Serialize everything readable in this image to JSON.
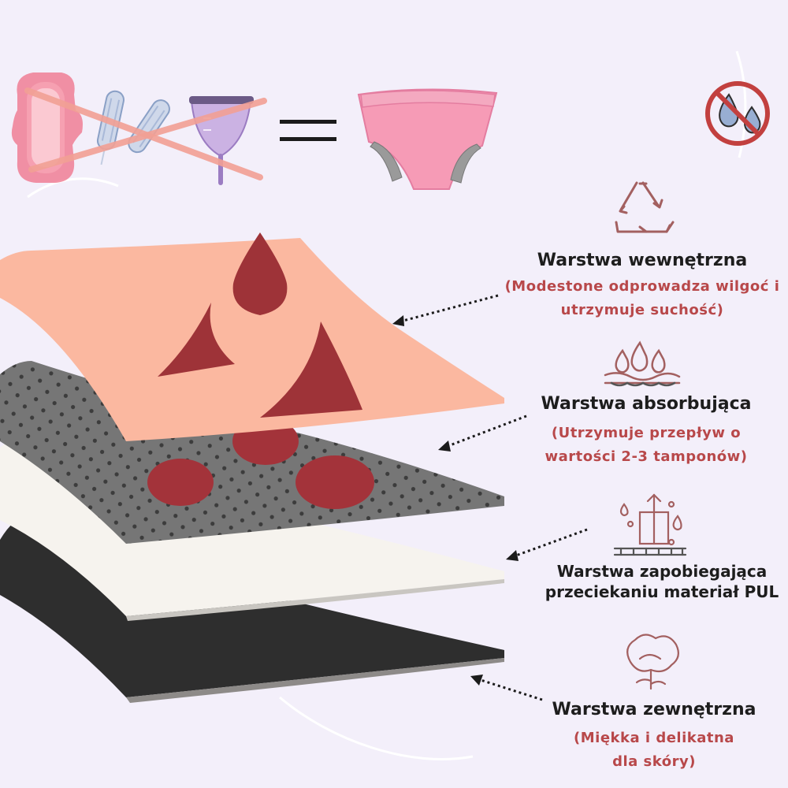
{
  "comparison": {
    "equals_sign": "="
  },
  "layers": [
    {
      "title": "Warstwa wewnętrzna",
      "description_lines": [
        "(Modestone odprowadza wilgoć i",
        "utrzymuje suchość)"
      ],
      "icon": "recycle-icon"
    },
    {
      "title": "Warstwa absorbująca",
      "description_lines": [
        "(Utrzymuje przepływ o",
        "wartości 2-3 tamponów)"
      ],
      "icon": "absorbent-drops-icon"
    },
    {
      "title_lines": [
        "Warstwa zapobiegająca",
        "przeciekaniu materiał PUL"
      ],
      "icon": "leak-proof-icon"
    },
    {
      "title": "Warstwa zewnętrzna",
      "description_lines": [
        "(Miękka i delikatna",
        "dla skóry)"
      ],
      "icon": "cotton-flower-icon"
    }
  ],
  "colors": {
    "background": "#f3effa",
    "accent": "#b8484a",
    "blood_red": "#9e3338",
    "inner_layer": "#fbb8a0",
    "absorbent_layer": "#767676",
    "pul_layer": "#f6f3ee",
    "outer_layer": "#2e2e2e",
    "panty_pink": "#f69bb6",
    "icon_line": "#a36060"
  },
  "icons": {
    "top_left": [
      "sanitary-pad-icon",
      "tampon-icon",
      "tampon-icon",
      "menstrual-cup-icon"
    ],
    "top_right": "no-liquid-icon"
  }
}
